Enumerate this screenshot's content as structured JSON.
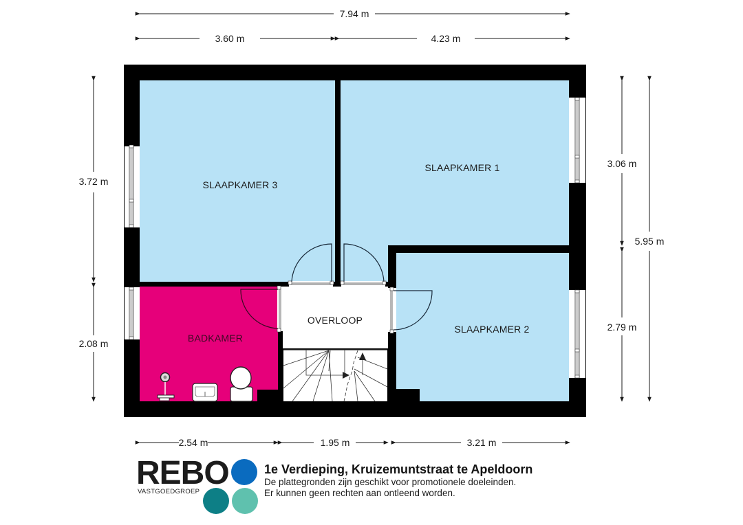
{
  "plan": {
    "title": "1e Verdieping, Kruizemuntstraat te Apeldoorn",
    "colors": {
      "wall": "#000000",
      "bedroom": "#b8e2f6",
      "bathroom": "#e6007a",
      "landing": "#ffffff",
      "stairs": "#ffffff"
    },
    "rooms": [
      {
        "id": "slaapkamer-3",
        "label": "SLAAPKAMER 3"
      },
      {
        "id": "slaapkamer-1",
        "label": "SLAAPKAMER 1"
      },
      {
        "id": "badkamer",
        "label": "BADKAMER"
      },
      {
        "id": "overloop",
        "label": "OVERLOOP"
      },
      {
        "id": "slaapkamer-2",
        "label": "SLAAPKAMER 2"
      }
    ]
  },
  "dimensions": {
    "top_total": "7.94 m",
    "top_left": "3.60 m",
    "top_right": "4.23 m",
    "left_upper": "3.72 m",
    "left_lower": "2.08 m",
    "right_upper": "3.06 m",
    "right_lower": "2.79 m",
    "right_total": "5.95 m",
    "bottom_left": "2.54 m",
    "bottom_mid": "1.95 m",
    "bottom_right": "3.21 m"
  },
  "footer": {
    "logo_text": "REBO",
    "logo_subtitle": "VASTGOEDGROEP",
    "logo_colors": [
      "#0a6bbf",
      "#0d7f86",
      "#5fc1ae"
    ],
    "title": "1e Verdieping, Kruizemuntstraat te Apeldoorn",
    "disclaimer_line1": "De plattegronden zijn geschikt voor promotionele doeleinden.",
    "disclaimer_line2": "Er kunnen geen rechten aan ontleend worden."
  }
}
